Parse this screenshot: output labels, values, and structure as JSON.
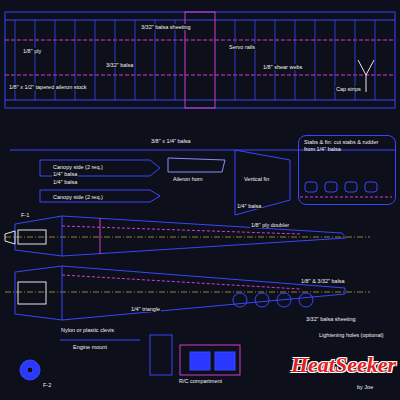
{
  "diagram": {
    "title": "HeatSeeker",
    "nodes": [
      {
        "text": [
          "Stabs & fin: cut stabs & rudder from 1/4\" balsa"
        ]
      }
    ],
    "labels": [
      "1/8\" x 1/2\" tapered aileron stock",
      "3/32\" balsa sheeting",
      "1/8\" ply",
      "3/32\" balsa",
      "Servo rails",
      "1/8\" shear webs",
      "Cap strips",
      "3/8\" x 1/4\" balsa",
      "Aileron horn",
      "Vertical fin",
      "1/4\" balsa",
      "Canopy side (2 req.)",
      "1/4\" balsa",
      "Canopy side (2 req.)",
      "1/4\" balsa",
      "F-1",
      "1/4\" triangle",
      "Engine mount",
      "Nylon or plastic clevis",
      "1/8\" ply doubler",
      "1/8\" & 3/32\" balsa",
      "3/32\" balsa sheeting",
      "Lightening holes (optional)",
      "F-2",
      "R/C compartment",
      "by Joe"
    ]
  }
}
